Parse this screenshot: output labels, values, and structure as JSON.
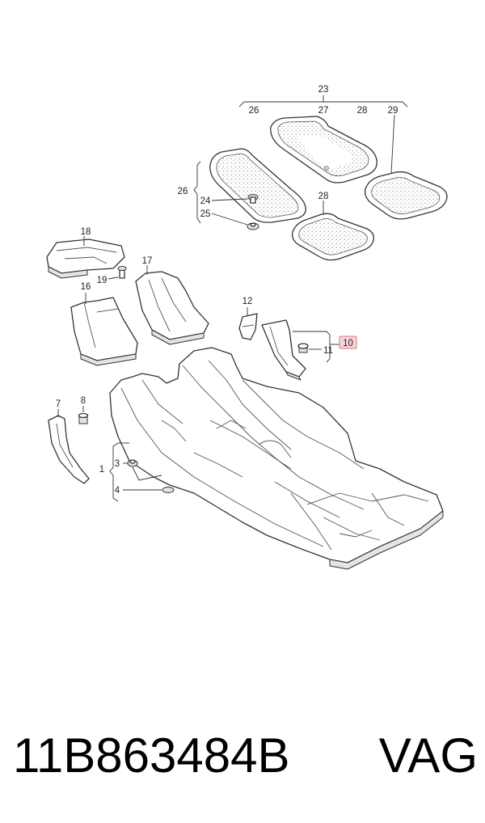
{
  "labels": {
    "l1": "1",
    "l3": "3",
    "l4": "4",
    "l7": "7",
    "l8": "8",
    "l10": "10",
    "l11": "11",
    "l12": "12",
    "l16": "16",
    "l17": "17",
    "l18": "18",
    "l19": "19",
    "l23": "23",
    "l24": "24",
    "l25": "25",
    "l26a": "26",
    "l26b": "26",
    "l27": "27",
    "l28a": "28",
    "l28b": "28",
    "l29": "29"
  },
  "footer": {
    "part_number": "11B863484B",
    "brand": "VAG"
  },
  "colors": {
    "highlight_fill": "#f6d5d8",
    "highlight_stroke": "#d9788a"
  }
}
